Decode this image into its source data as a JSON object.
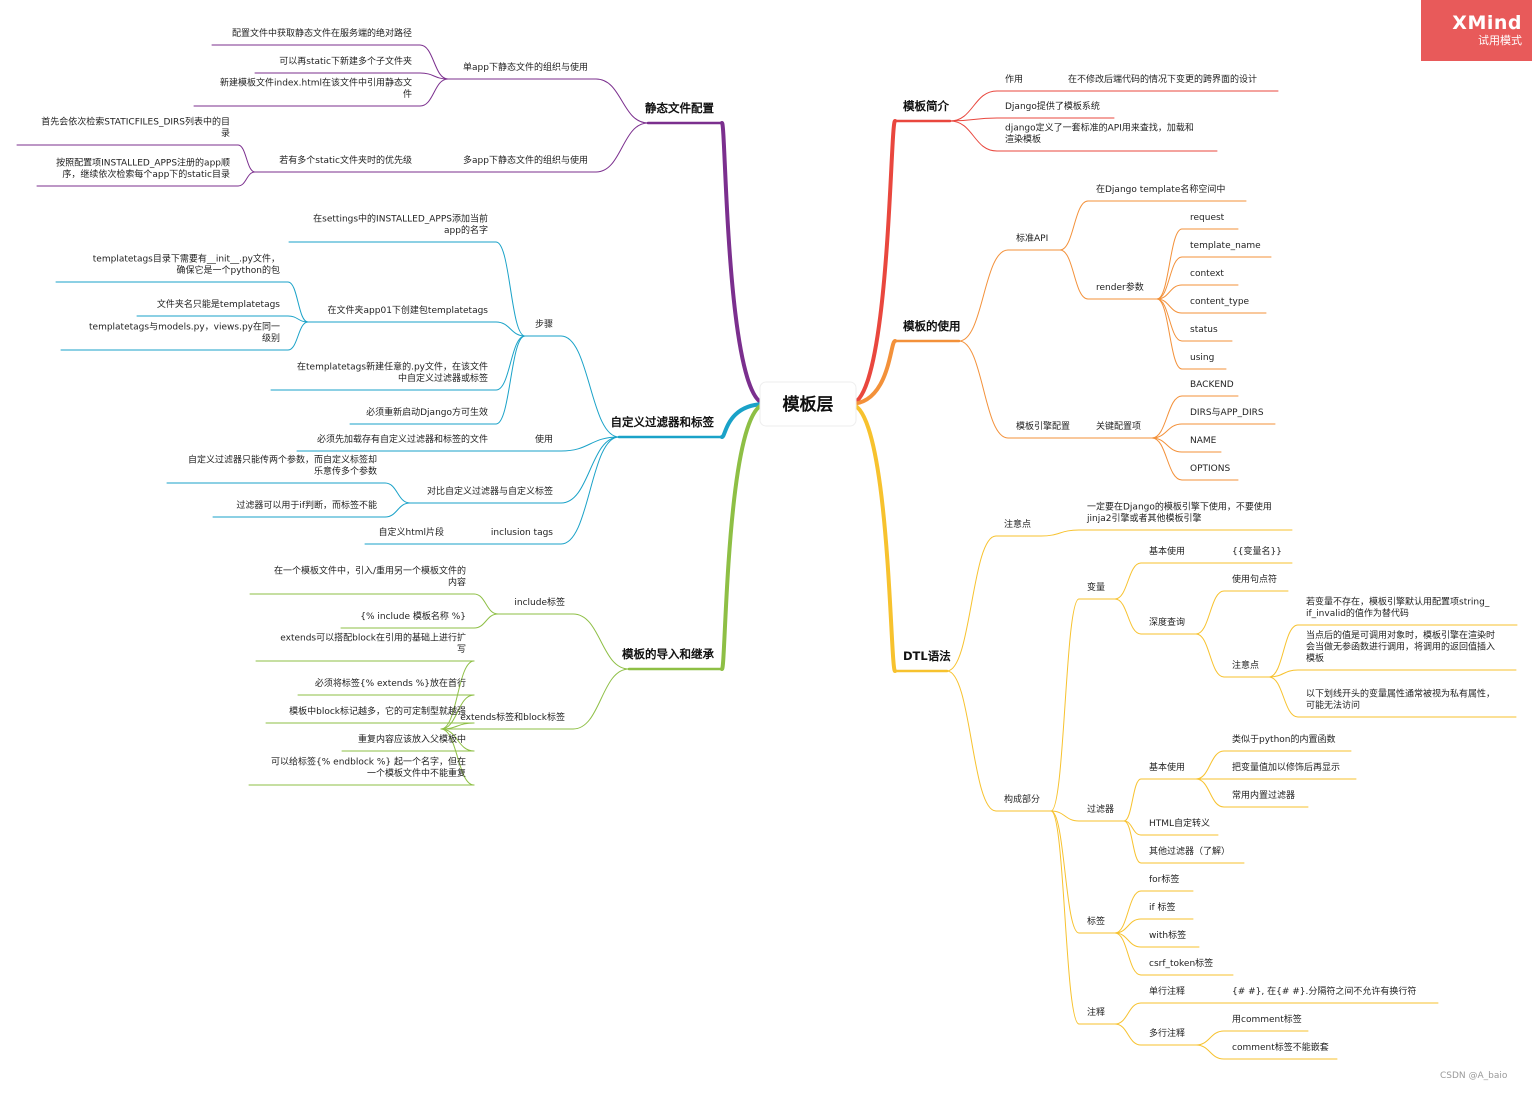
{
  "watermark": {
    "brand": "XMind",
    "mode": "试用模式",
    "color": "#e85a5a"
  },
  "credit": "CSDN @A_baio",
  "root": {
    "label": "模板层"
  },
  "branches": [
    {
      "id": "b-intro",
      "label": "模板简介",
      "color": "#e9473e",
      "children": [
        {
          "label": "作用",
          "children": [
            {
              "label": "在不修改后端代码的情况下变更的跨界面的设计"
            }
          ]
        },
        {
          "label": "Django提供了模板系统"
        },
        {
          "label": "django定义了一套标准的API用来查找，加载和\n渲染模板"
        }
      ]
    },
    {
      "id": "b-use",
      "label": "模板的使用",
      "color": "#f3913a",
      "children": [
        {
          "label": "标准API",
          "children": [
            {
              "label": "在Django template名称空间中"
            },
            {
              "label": "render参数",
              "children": [
                {
                  "label": "request"
                },
                {
                  "label": "template_name"
                },
                {
                  "label": "context"
                },
                {
                  "label": "content_type"
                },
                {
                  "label": "status"
                },
                {
                  "label": "using"
                }
              ]
            }
          ]
        },
        {
          "label": "模板引擎配置",
          "children": [
            {
              "label": "关键配置项",
              "children": [
                {
                  "label": "BACKEND"
                },
                {
                  "label": "DIRS与APP_DIRS"
                },
                {
                  "label": "NAME"
                },
                {
                  "label": "OPTIONS"
                }
              ]
            }
          ]
        }
      ]
    },
    {
      "id": "b-dtl",
      "label": "DTL语法",
      "color": "#f7c22e",
      "children": [
        {
          "label": "注意点",
          "children": [
            {
              "label": "一定要在Django的模板引擎下使用，不要使用\njinja2引擎或者其他模板引擎"
            }
          ]
        },
        {
          "label": "构成部分",
          "children": [
            {
              "label": "变量",
              "children": [
                {
                  "label": "基本使用",
                  "children": [
                    {
                      "label": "{{变量名}}"
                    }
                  ]
                },
                {
                  "label": "深度查询",
                  "children": [
                    {
                      "label": "使用句点符"
                    },
                    {
                      "label": "注意点",
                      "children": [
                        {
                          "label": "若变量不存在，模板引擎默认用配置项string_\nif_invalid的值作为替代码"
                        },
                        {
                          "label": "当点后的值是可调用对象时，模板引擎在渲染时\n会当做无参函数进行调用，将调用的返回值插入\n模板"
                        },
                        {
                          "label": "以下划线开头的变量属性通常被视为私有属性，\n可能无法访问"
                        }
                      ]
                    }
                  ]
                }
              ]
            },
            {
              "label": "过滤器",
              "children": [
                {
                  "label": "基本使用",
                  "children": [
                    {
                      "label": "类似于python的内置函数"
                    },
                    {
                      "label": "把变量值加以修饰后再显示"
                    },
                    {
                      "label": "常用内置过滤器"
                    }
                  ]
                },
                {
                  "label": "HTML自定转义"
                },
                {
                  "label": "其他过滤器（了解）"
                }
              ]
            },
            {
              "label": "标签",
              "children": [
                {
                  "label": "for标签"
                },
                {
                  "label": "if 标签"
                },
                {
                  "label": "with标签"
                },
                {
                  "label": "csrf_token标签"
                }
              ]
            },
            {
              "label": "注释",
              "children": [
                {
                  "label": "单行注释",
                  "children": [
                    {
                      "label": "{# #}, 在{# #}.分隔符之间不允许有换行符"
                    }
                  ]
                },
                {
                  "label": "多行注释",
                  "children": [
                    {
                      "label": "用comment标签"
                    },
                    {
                      "label": "comment标签不能嵌套"
                    }
                  ]
                }
              ]
            }
          ]
        }
      ]
    },
    {
      "id": "b-static",
      "label": "静态文件配置",
      "color": "#7b2f8e",
      "children": [
        {
          "label": "单app下静态文件的组织与使用",
          "children": [
            {
              "label": "配置文件中获取静态文件在服务端的绝对路径"
            },
            {
              "label": "可以再static下新建多个子文件夹"
            },
            {
              "label": "新建模板文件index.html在该文件中引用静态文\n件"
            }
          ]
        },
        {
          "label": "多app下静态文件的组织与使用",
          "children": [
            {
              "label": "若有多个static文件夹时的优先级",
              "children": [
                {
                  "label": "首先会依次检索STATICFILES_DIRS列表中的目\n录"
                },
                {
                  "label": "按照配置项INSTALLED_APPS注册的app顺\n序，继续依次检索每个app下的static目录"
                }
              ]
            }
          ]
        }
      ]
    },
    {
      "id": "b-custom",
      "label": "自定义过滤器和标签",
      "color": "#1aa2c8",
      "children": [
        {
          "label": "步骤",
          "children": [
            {
              "label": "在settings中的INSTALLED_APPS添加当前\napp的名字"
            },
            {
              "label": "在文件夹app01下创建包templatetags",
              "children": [
                {
                  "label": "templatetags目录下需要有__init__.py文件，\n确保它是一个python的包"
                },
                {
                  "label": "文件夹名只能是templatetags"
                },
                {
                  "label": "templatetags与models.py，views.py在同一\n级别"
                }
              ]
            },
            {
              "label": "在templatetags新建任意的.py文件，在该文件\n中自定义过滤器或标签"
            },
            {
              "label": "必须重新启动Django方可生效"
            }
          ]
        },
        {
          "label": "使用",
          "children": [
            {
              "label": "必须先加载存有自定义过滤器和标签的文件"
            }
          ]
        },
        {
          "label": "对比自定义过滤器与自定义标签",
          "children": [
            {
              "label": "自定义过滤器只能传两个参数，而自定义标签却\n乐意传多个参数"
            },
            {
              "label": "过滤器可以用于if判断，而标签不能"
            }
          ]
        },
        {
          "label": "inclusion tags",
          "children": [
            {
              "label": "自定义html片段"
            }
          ]
        }
      ]
    },
    {
      "id": "b-inherit",
      "label": "模板的导入和继承",
      "color": "#8ebf45",
      "children": [
        {
          "label": "include标签",
          "children": [
            {
              "label": "在一个模板文件中，引入/重用另一个模板文件的\n内容"
            },
            {
              "label": "{% include 模板名称 %}"
            }
          ]
        },
        {
          "label": "extends标签和block标签",
          "children": [
            {
              "label": "extends可以搭配block在引用的基础上进行扩\n写"
            },
            {
              "label": "必须将标签{% extends %}放在首行"
            },
            {
              "label": "模板中block标记越多，它的可定制型就越强"
            },
            {
              "label": "重复内容应该放入父模板中"
            },
            {
              "label": "可以给标签{% endblock %} 起一个名字，但在\n一个模板文件中不能重复"
            }
          ]
        }
      ]
    }
  ]
}
